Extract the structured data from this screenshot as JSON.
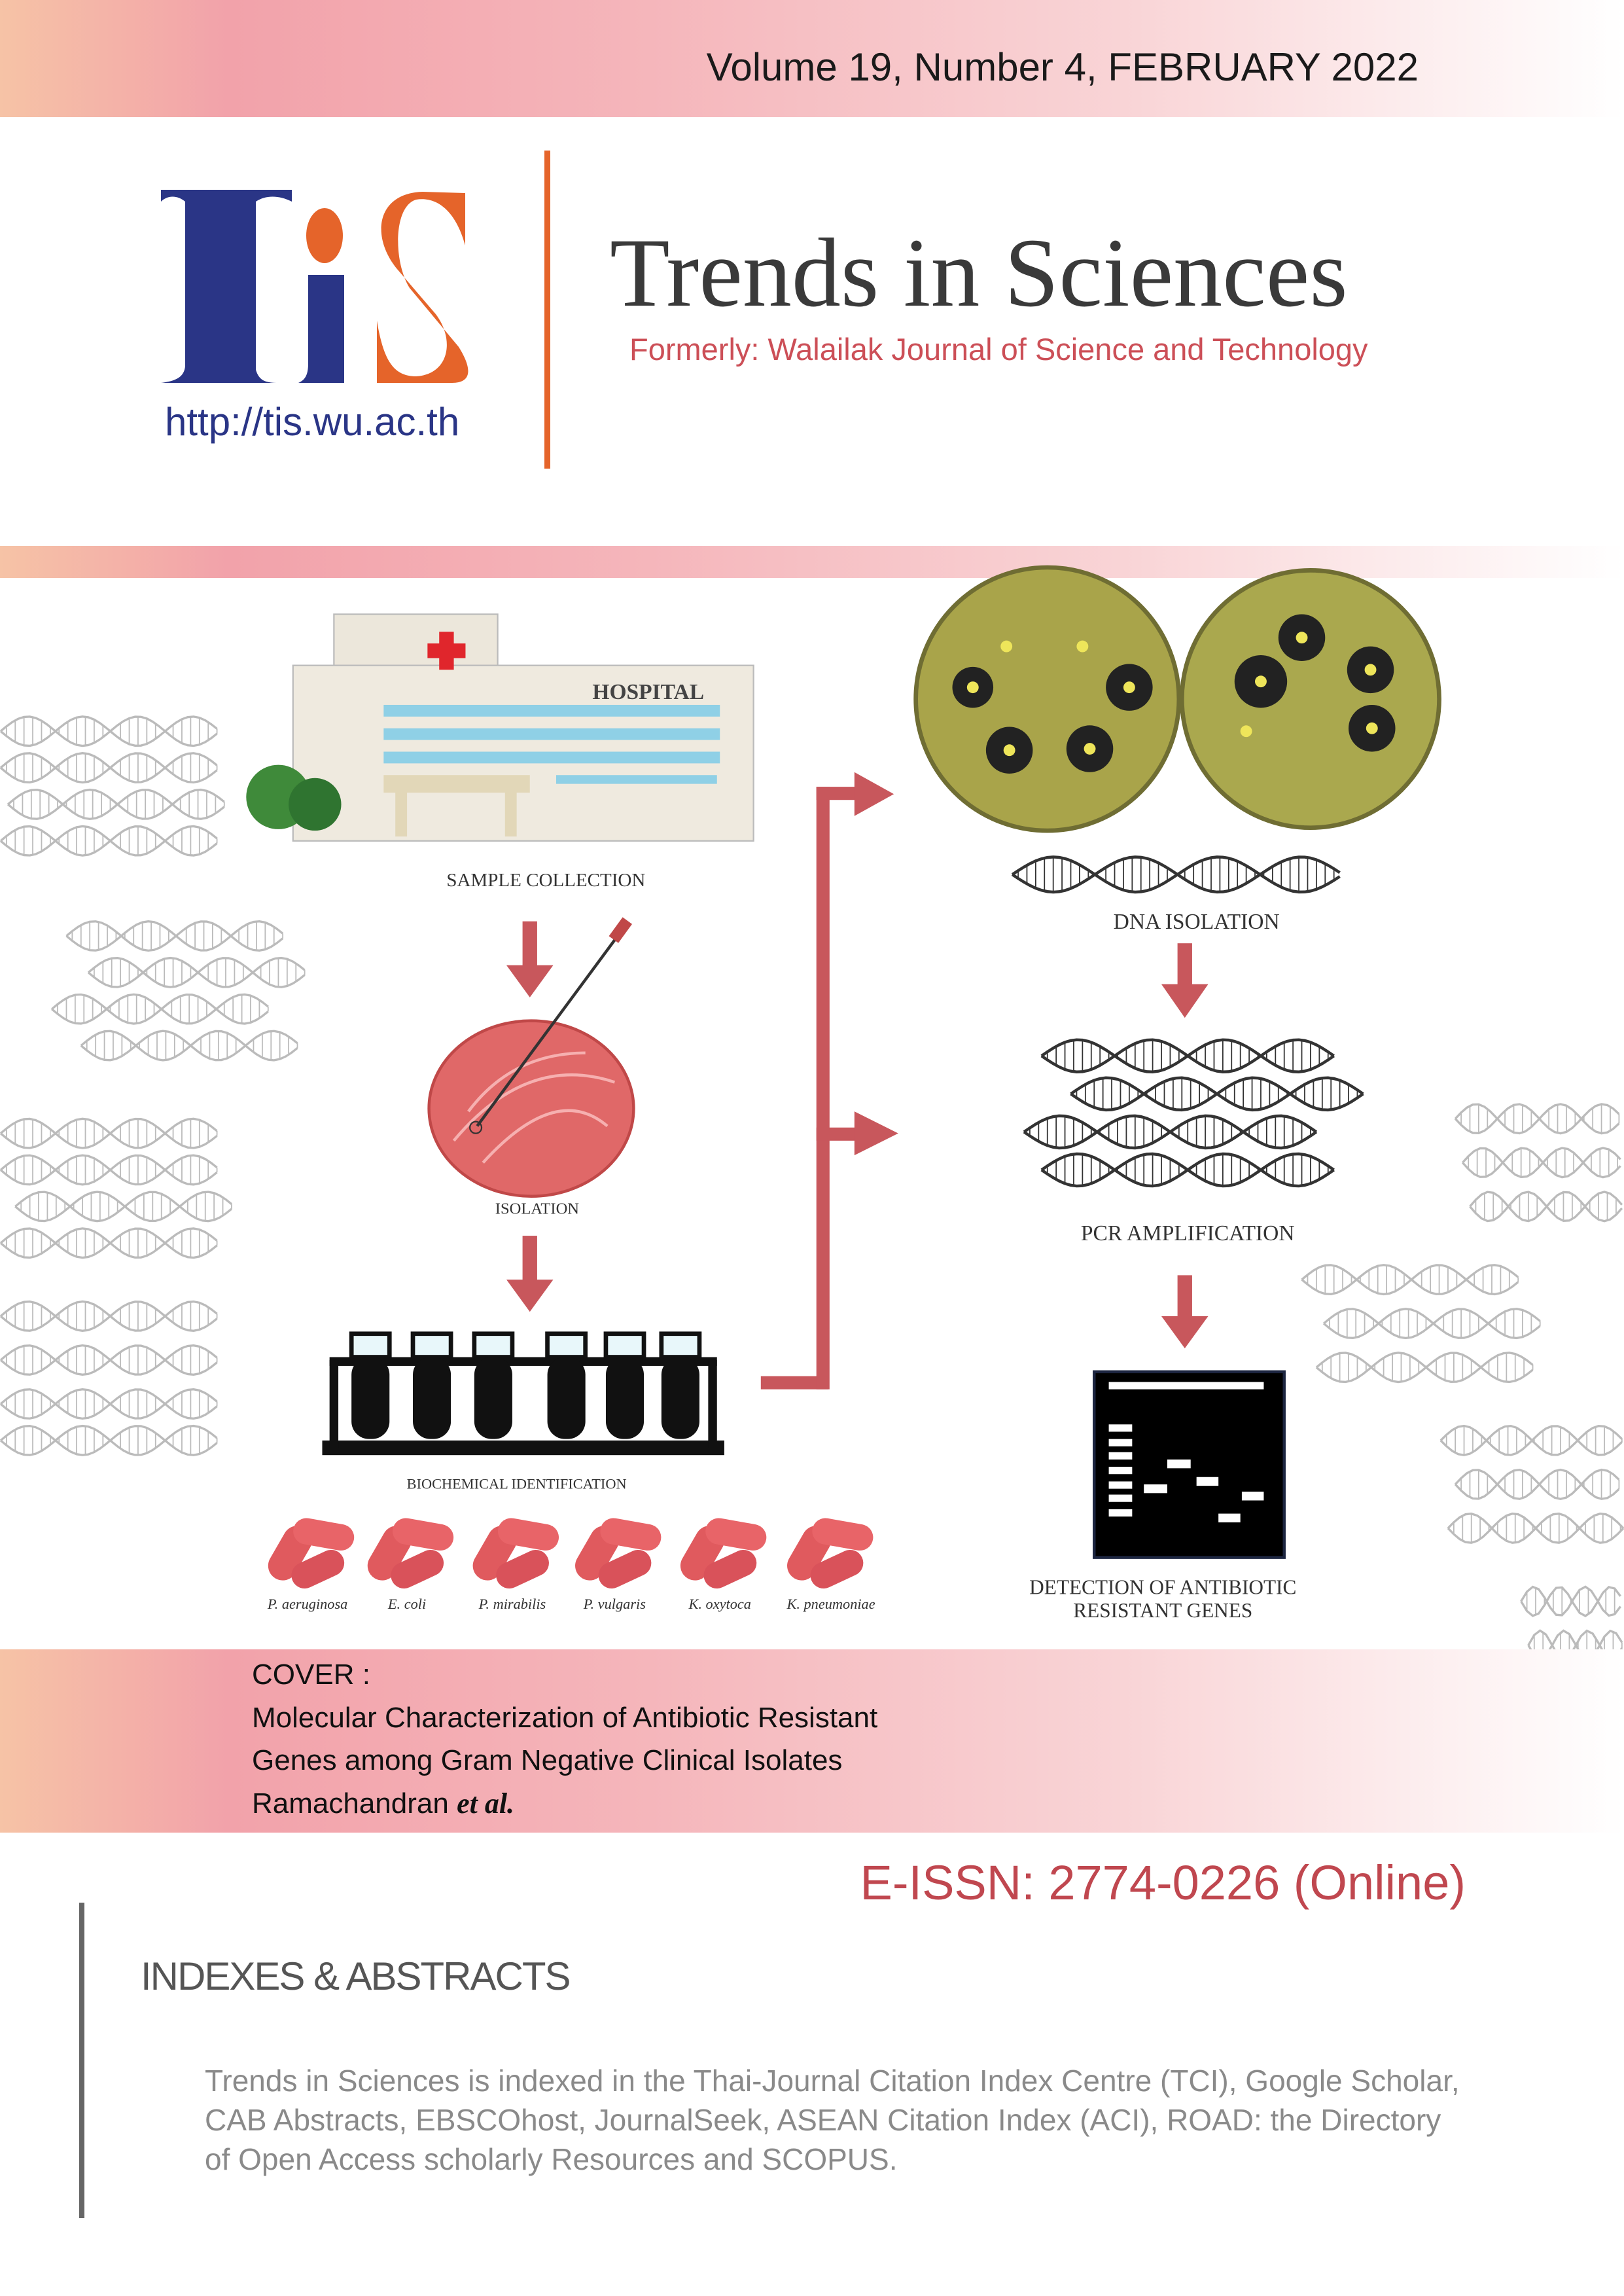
{
  "header": {
    "volume": "Volume 19, Number 4,  FEBRUARY 2022"
  },
  "logo": {
    "text": "TiS",
    "url": "http://tis.wu.ac.th"
  },
  "journal": {
    "title": "Trends in Sciences",
    "formerly": "Formerly: Walailak Journal of Science and Technology"
  },
  "figure": {
    "hospital_sign": "HOSPITAL",
    "sample_collection": "SAMPLE COLLECTION",
    "isolation": "ISOLATION",
    "biochemical": "BIOCHEMICAL IDENTIFICATION",
    "bacteria": [
      "P. aeruginosa",
      "E. coli",
      "P. mirabilis",
      "P. vulgaris",
      "K. oxytoca",
      "K. pneumoniae"
    ],
    "dna_isolation": "DNA ISOLATION",
    "pcr": "PCR AMPLIFICATION",
    "detection_1": "DETECTION  OF ANTIBIOTIC",
    "detection_2": "RESISTANT GENES"
  },
  "cover": {
    "label": "COVER :",
    "line1": "Molecular Characterization of Antibiotic Resistant",
    "line2": "Genes among Gram Negative Clinical Isolates",
    "author": "Ramachandran ",
    "etal": "et al."
  },
  "issn": "E-ISSN: 2774-0226 (Online)",
  "indexes": {
    "heading": "INDEXES & ABSTRACTS",
    "lines": [
      "Trends in Sciences is indexed in the Thai-Journal Citation Index Centre (TCI), Google Scholar,",
      "CAB Abstracts, EBSCOhost, JournalSeek, ASEAN Citation Index (ACI),  ROAD: the Directory",
      "of Open Access scholarly Resources and SCOPUS."
    ]
  },
  "colors": {
    "blue": "#2a3586",
    "orange": "#e5642a",
    "arrow": "#c8575c",
    "issn": "#c0474f"
  }
}
